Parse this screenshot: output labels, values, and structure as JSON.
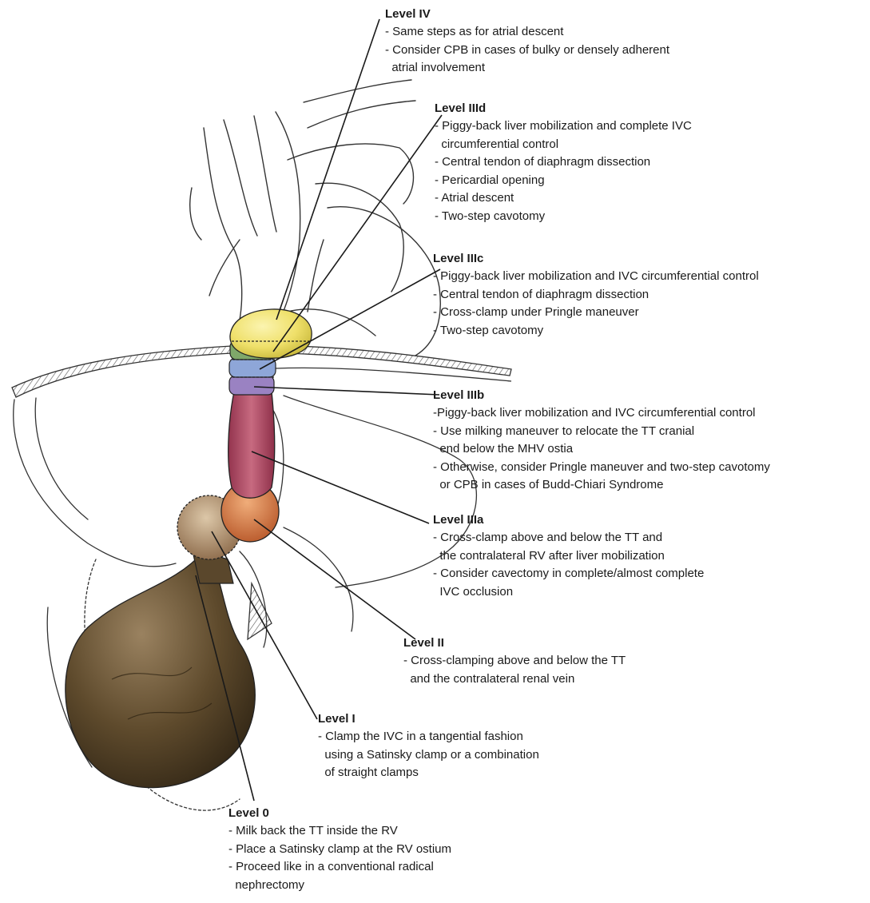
{
  "levels": [
    {
      "id": "level-iv",
      "title": "Level IV",
      "steps": [
        "- Same steps as for atrial descent",
        "- Consider CPB in cases of bulky or densely adherent\n  atrial involvement"
      ]
    },
    {
      "id": "level-iiid",
      "title": "Level IIId",
      "steps": [
        "- Piggy-back liver mobilization and complete IVC\n  circumferential control",
        "- Central tendon of diaphragm dissection",
        "- Pericardial opening",
        "- Atrial descent",
        "- Two-step cavotomy"
      ]
    },
    {
      "id": "level-iiic",
      "title": "Level IIIc",
      "steps": [
        "- Piggy-back liver mobilization and IVC circumferential control",
        "- Central tendon of diaphragm dissection",
        "- Cross-clamp under Pringle maneuver",
        "- Two-step cavotomy"
      ]
    },
    {
      "id": "level-iiib",
      "title": "Level IIIb",
      "steps": [
        "-Piggy-back liver mobilization and IVC circumferential control",
        "- Use milking maneuver to relocate the TT cranial\n  end below the MHV ostia",
        "- Otherwise, consider Pringle maneuver and two-step cavotomy\n  or CPB in cases of Budd-Chiari Syndrome"
      ]
    },
    {
      "id": "level-iiia",
      "title": "Level IIIa",
      "steps": [
        "- Cross-clamp above and below the TT and\n  the contralateral RV after liver mobilization",
        "- Consider cavectomy in complete/almost complete\n  IVC occlusion"
      ]
    },
    {
      "id": "level-ii",
      "title": "Level II",
      "steps": [
        "- Cross-clamping above and below the TT\n  and the contralateral renal vein"
      ]
    },
    {
      "id": "level-i",
      "title": "Level I",
      "steps": [
        "- Clamp the IVC in a tangential fashion\n  using a Satinsky clamp or a combination\n  of straight clamps"
      ]
    },
    {
      "id": "level-0",
      "title": "Level 0",
      "steps": [
        "- Milk back the TT inside the RV",
        "- Place a Satinsky clamp at the RV ostium",
        "- Proceed like in a conventional radical\n  nephrectomy"
      ]
    }
  ],
  "colors": {
    "line": "#1a1a1a",
    "atrium_tumor": "#efe06a",
    "level_iiid_band": "#7fa86a",
    "level_iiic_band": "#8ea6d8",
    "level_iiib_band": "#9a82c2",
    "ivc_tumor": "#b6506a",
    "level_ii_tumor": "#d2753e",
    "renal_vein_tumor": "#a88a6a",
    "kidney_mass": "#5e4a2c"
  }
}
